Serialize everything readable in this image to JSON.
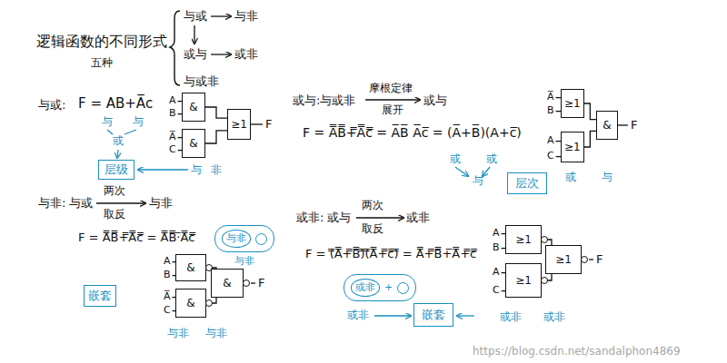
{
  "diagram": {
    "title": "逻辑函数的不同形式",
    "nodes": [
      {
        "text": [
          "&"
        ]
      },
      {
        "text": [
          "&"
        ]
      },
      {
        "text": [
          "≥1"
        ]
      },
      {
        "text": [
          "层级"
        ]
      },
      {
        "text": [
          "≥1"
        ]
      },
      {
        "text": [
          "≥1"
        ]
      },
      {
        "text": [
          "&"
        ]
      },
      {
        "text": [
          "层次"
        ]
      },
      {
        "text": [
          "与非"
        ]
      },
      {
        "text": [
          "嵌套"
        ]
      },
      {
        "text": [
          "&"
        ]
      },
      {
        "text": [
          "&"
        ]
      },
      {
        "text": [
          "&"
        ]
      },
      {
        "text": [
          "或非",
          "+"
        ]
      },
      {
        "text": [
          "嵌套"
        ]
      },
      {
        "text": [
          "≥1"
        ]
      },
      {
        "text": [
          "≥1"
        ]
      },
      {
        "text": [
          "≥1"
        ]
      }
    ],
    "edges": [
      {
        "from": 0,
        "to": 2,
        "arrow": "none"
      },
      {
        "from": 1,
        "to": 2,
        "arrow": "none"
      },
      {
        "from": 4,
        "to": 6,
        "arrow": "none"
      },
      {
        "from": 5,
        "to": 6,
        "arrow": "none"
      },
      {
        "from": 10,
        "to": 12,
        "arrow": "none"
      },
      {
        "from": 11,
        "to": 12,
        "arrow": "none"
      },
      {
        "from": 15,
        "to": 17,
        "arrow": "none"
      },
      {
        "from": 16,
        "to": 17,
        "arrow": "none"
      }
    ],
    "labels": [
      "五种",
      "与或",
      "与非",
      "或与",
      "或非",
      "与或非",
      "与或:",
      "F = AB+A̅c",
      "与",
      "与",
      "或",
      "与",
      "非",
      "A",
      "B",
      "A̅",
      "C",
      "F",
      "或与:与或非",
      "摩根定律",
      "展开",
      "或与",
      "F = A̿B̿+̿A̿c̿ = A̅B̅ A̅c̅ = (A̅+B̅)(A+c̅)",
      "或",
      "或",
      "与",
      "A̅",
      "B",
      "A",
      "C",
      "F",
      "或",
      "与",
      "与非:",
      "与或",
      "两次",
      "取反",
      "与非",
      "F = A̿B̿+̿A̿c̿ = A̿B̿·̅A̿c̿",
      "与非",
      "A",
      "B",
      "A̅",
      "C",
      "F",
      "与非",
      "与非",
      "或非:",
      "或与",
      "两次",
      "取反",
      "或非",
      "F = (̿A̿+̿B̿)̿(̿A̿+̿c̿)̿ = A̿+̿B̿+̅A̿+̿c̿",
      "或非",
      "A",
      "B",
      "A",
      "C",
      "F",
      "或非",
      "或非",
      "https://blog.csdn.net/sandalphon4869"
    ]
  }
}
